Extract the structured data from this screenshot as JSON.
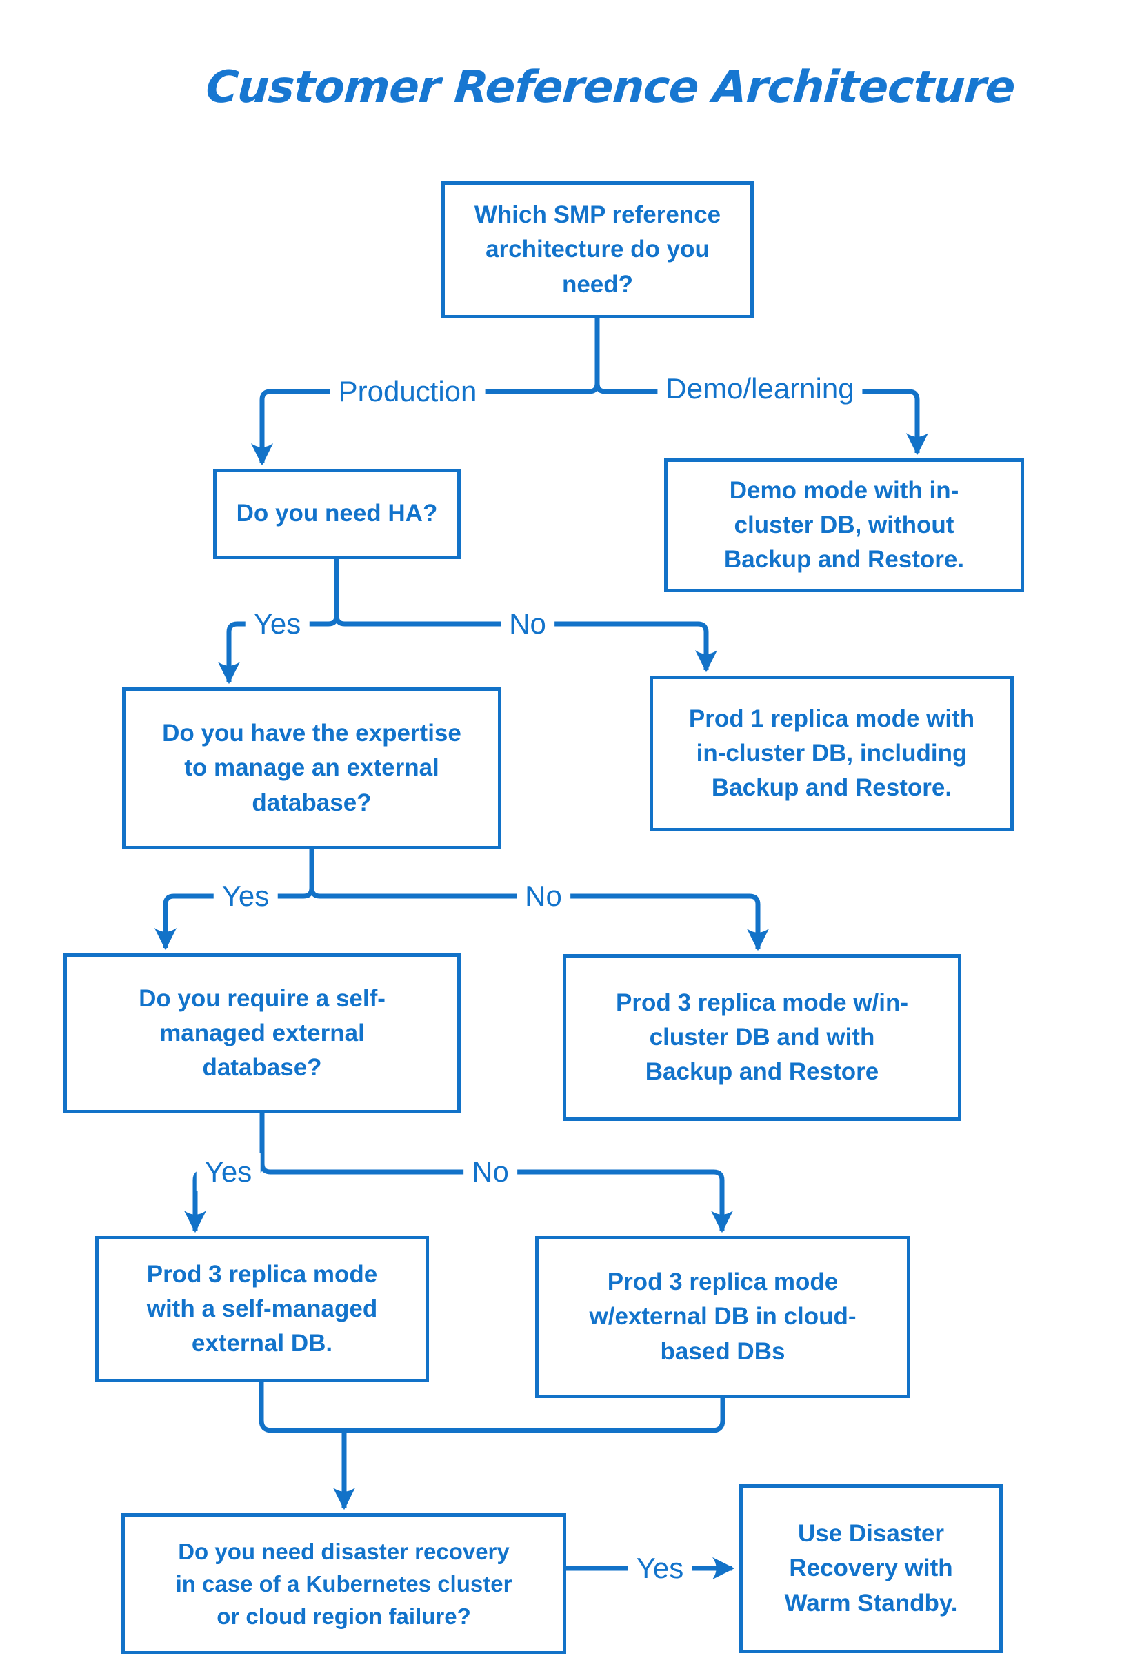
{
  "title": "Customer Reference Architecture",
  "colors": {
    "accent": "#1272c8",
    "text": "#1273cb"
  },
  "nodes": {
    "root_question": {
      "text": "Which SMP reference\narchitecture do you\nneed?"
    },
    "need_ha": {
      "text": "Do you need HA?"
    },
    "demo_mode": {
      "text": "Demo mode with in-\ncluster DB, without\nBackup and Restore."
    },
    "expertise_question": {
      "text": "Do you have the expertise\nto manage an external\ndatabase?"
    },
    "prod1_incluster": {
      "text": "Prod 1 replica mode with\nin-cluster DB, including\nBackup and Restore."
    },
    "selfmanaged_question": {
      "text": "Do you require a self-\nmanaged external\ndatabase?"
    },
    "prod3_incluster": {
      "text": "Prod 3 replica mode w/in-\ncluster DB and with\nBackup and Restore"
    },
    "prod3_selfmanaged": {
      "text": "Prod 3 replica mode\nwith a self-managed\nexternal DB."
    },
    "prod3_cloud": {
      "text": "Prod 3 replica mode\nw/external DB in cloud-\nbased DBs"
    },
    "disaster_question": {
      "text": "Do you need disaster recovery\nin case of a Kubernetes cluster\nor cloud region failure?"
    },
    "warm_standby": {
      "text": "Use Disaster\nRecovery with\nWarm Standby."
    }
  },
  "edge_labels": {
    "production": "Production",
    "demo_learning": "Demo/learning",
    "ha_yes": "Yes",
    "ha_no": "No",
    "expertise_yes": "Yes",
    "expertise_no": "No",
    "selfmanaged_yes": "Yes",
    "selfmanaged_no": "No",
    "dr_yes": "Yes"
  }
}
